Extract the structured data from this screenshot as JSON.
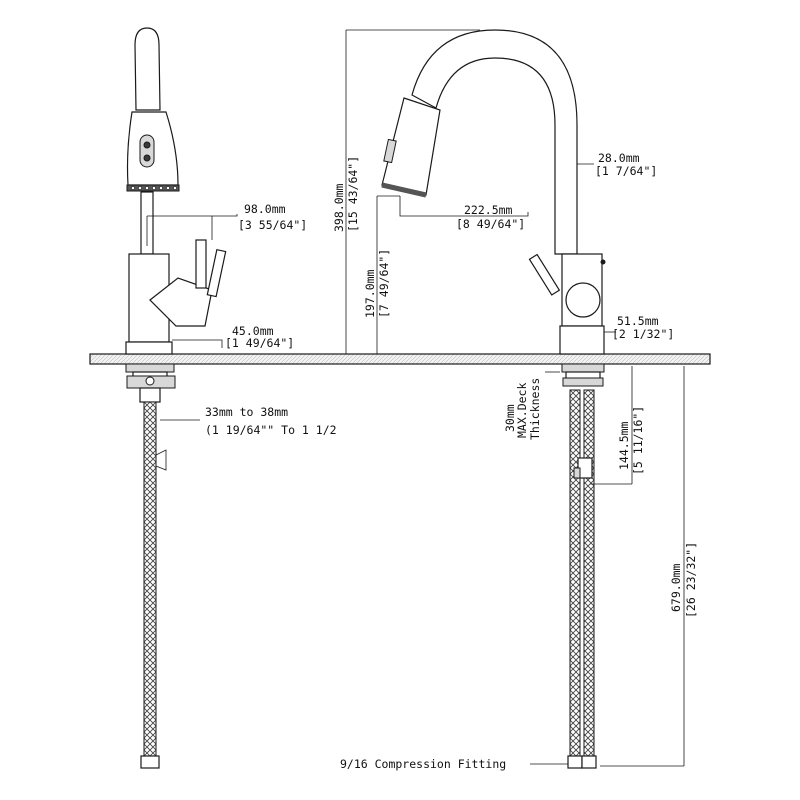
{
  "dimensions": {
    "spout_reach_side": {
      "mm": "98.0mm",
      "inch": "[3 55/64\"]"
    },
    "base_diameter": {
      "mm": "45.0mm",
      "inch": "[1 49/64\"]"
    },
    "mount_hole": {
      "mm": "33mm to 38mm",
      "inch": "(1 19/64\"\" To 1 1/2"
    },
    "overall_height": {
      "mm": "398.0mm",
      "inch": "[15 43/64\"]"
    },
    "spout_height": {
      "mm": "197.0mm",
      "inch": "[7 49/64\"]"
    },
    "spout_reach": {
      "mm": "222.5mm",
      "inch": "[8 49/64\"]"
    },
    "spout_diameter": {
      "mm": "28.0mm",
      "inch": "[1 7/64\"]"
    },
    "base_width": {
      "mm": "51.5mm",
      "inch": "[2 1/32\"]"
    },
    "deck_thickness": {
      "line1": "30mm",
      "line2": "MAX.Deck",
      "line3": "Thickness"
    },
    "shank_length": {
      "mm": "144.5mm",
      "inch": "[5 11/16\"]"
    },
    "hose_length": {
      "mm": "679.0mm",
      "inch": "[26 23/32\"]"
    },
    "fitting": "9/16 Compression Fitting"
  }
}
